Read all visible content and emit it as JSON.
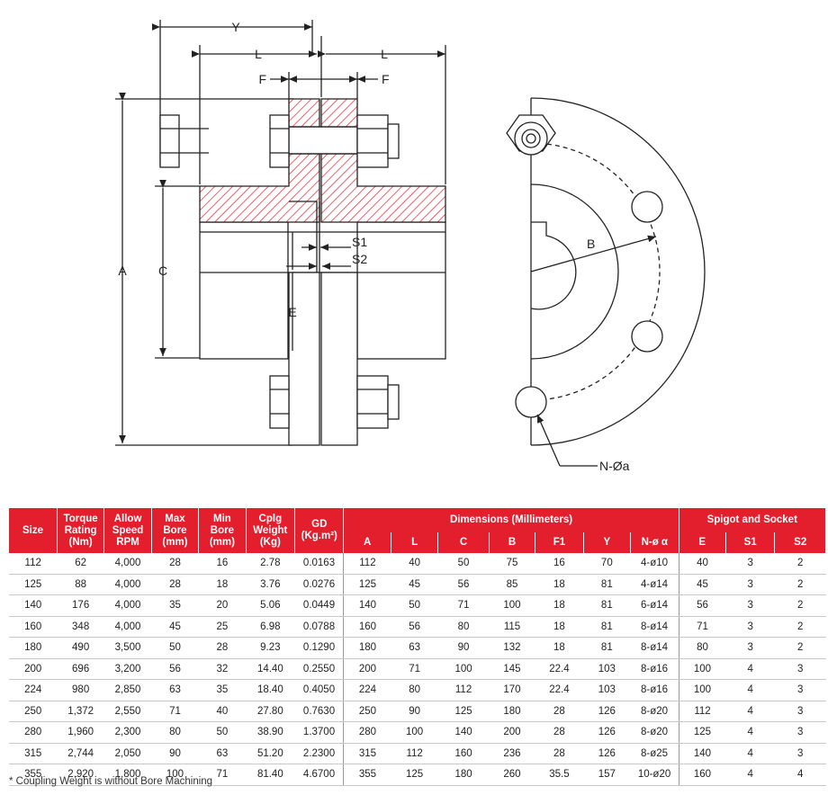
{
  "drawing": {
    "labels": {
      "Y": "Y",
      "L_left": "L",
      "L_right": "L",
      "F_left": "F",
      "F_right": "F",
      "A": "A",
      "C": "C",
      "E": "E",
      "S1": "S1",
      "S2": "S2",
      "B": "B",
      "N": "N-Øa"
    },
    "colors": {
      "hatch": "#e31e2d",
      "line": "#222222"
    }
  },
  "table": {
    "headers": {
      "size": "Size",
      "torque": [
        "Torque",
        "Rating",
        "(Nm)"
      ],
      "speed": [
        "Allow",
        "Speed",
        "RPM"
      ],
      "maxbore": [
        "Max",
        "Bore",
        "(mm)"
      ],
      "minbore": [
        "Min",
        "Bore",
        "(mm)"
      ],
      "weight": [
        "Cplg",
        "Weight",
        "(Kg)"
      ],
      "gd": [
        "GD",
        "(Kg.m²)"
      ],
      "dimensions_group": "Dimensions (Millimeters)",
      "spigot_group": "Spigot and Socket",
      "dims": [
        "A",
        "L",
        "C",
        "B",
        "F1",
        "Y",
        "N-ø α",
        "E",
        "S1",
        "S2"
      ]
    },
    "rows": [
      [
        "112",
        "62",
        "4,000",
        "28",
        "16",
        "2.78",
        "0.0163",
        "112",
        "40",
        "50",
        "75",
        "16",
        "70",
        "4-ø10",
        "40",
        "3",
        "2"
      ],
      [
        "125",
        "88",
        "4,000",
        "28",
        "18",
        "3.76",
        "0.0276",
        "125",
        "45",
        "56",
        "85",
        "18",
        "81",
        "4-ø14",
        "45",
        "3",
        "2"
      ],
      [
        "140",
        "176",
        "4,000",
        "35",
        "20",
        "5.06",
        "0.0449",
        "140",
        "50",
        "71",
        "100",
        "18",
        "81",
        "6-ø14",
        "56",
        "3",
        "2"
      ],
      [
        "160",
        "348",
        "4,000",
        "45",
        "25",
        "6.98",
        "0.0788",
        "160",
        "56",
        "80",
        "115",
        "18",
        "81",
        "8-ø14",
        "71",
        "3",
        "2"
      ],
      [
        "180",
        "490",
        "3,500",
        "50",
        "28",
        "9.23",
        "0.1290",
        "180",
        "63",
        "90",
        "132",
        "18",
        "81",
        "8-ø14",
        "80",
        "3",
        "2"
      ],
      [
        "200",
        "696",
        "3,200",
        "56",
        "32",
        "14.40",
        "0.2550",
        "200",
        "71",
        "100",
        "145",
        "22.4",
        "103",
        "8-ø16",
        "100",
        "4",
        "3"
      ],
      [
        "224",
        "980",
        "2,850",
        "63",
        "35",
        "18.40",
        "0.4050",
        "224",
        "80",
        "112",
        "170",
        "22.4",
        "103",
        "8-ø16",
        "100",
        "4",
        "3"
      ],
      [
        "250",
        "1,372",
        "2,550",
        "71",
        "40",
        "27.80",
        "0.7630",
        "250",
        "90",
        "125",
        "180",
        "28",
        "126",
        "8-ø20",
        "112",
        "4",
        "3"
      ],
      [
        "280",
        "1,960",
        "2,300",
        "80",
        "50",
        "38.90",
        "1.3700",
        "280",
        "100",
        "140",
        "200",
        "28",
        "126",
        "8-ø20",
        "125",
        "4",
        "3"
      ],
      [
        "315",
        "2,744",
        "2,050",
        "90",
        "63",
        "51.20",
        "2.2300",
        "315",
        "112",
        "160",
        "236",
        "28",
        "126",
        "8-ø25",
        "140",
        "4",
        "3"
      ],
      [
        "355",
        "2,920",
        "1,800",
        "100",
        "71",
        "81.40",
        "4.6700",
        "355",
        "125",
        "180",
        "260",
        "35.5",
        "157",
        "10-ø20",
        "160",
        "4",
        "4"
      ]
    ],
    "footnote": "* Coupling Weight is without Bore Machining"
  }
}
